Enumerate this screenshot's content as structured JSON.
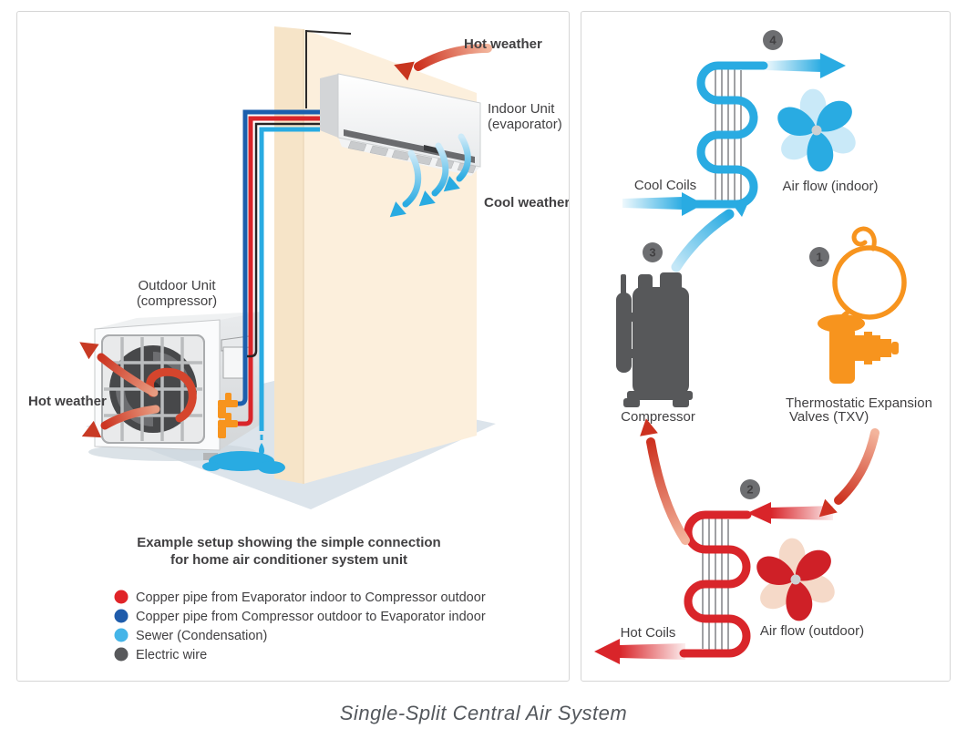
{
  "caption": "Single-Split Central Air System",
  "colors": {
    "hot_red": "#d9252a",
    "cool_cyan": "#29abe2",
    "pipe_blue": "#1c5fad",
    "wire_black": "#231f20",
    "valve_orange": "#f7941e",
    "badge_gray": "#6d6e71",
    "wall_beige": "#fcefdc",
    "floor_gray": "#dce4eb",
    "text_dark": "#414042"
  },
  "left_panel": {
    "labels": {
      "hot_weather_top": "Hot weather",
      "indoor_unit_line1": "Indoor Unit",
      "indoor_unit_line2": "(evaporator)",
      "cool_weather": "Cool weather",
      "outdoor_unit_line1": "Outdoor Unit",
      "outdoor_unit_line2": "(compressor)",
      "hot_weather_bottom": "Hot weather"
    },
    "caption_block": {
      "line1": "Example setup showing the simple connection",
      "line2": "for home air conditioner system unit"
    },
    "legend": [
      {
        "color": "#e02428",
        "label": "Copper pipe from Evaporator indoor to Compressor outdoor"
      },
      {
        "color": "#1f5cab",
        "label": "Copper pipe from Compressor outdoor to Evaporator indoor"
      },
      {
        "color": "#45b5e8",
        "label": "Sewer (Condensation)"
      },
      {
        "color": "#58595b",
        "label": "Electric wire"
      }
    ]
  },
  "right_panel": {
    "badges": {
      "txv": "1",
      "hot_coils": "2",
      "compressor": "3",
      "cool_coils": "4"
    },
    "labels": {
      "cool_coils": "Cool Coils",
      "air_flow_indoor": "Air flow (indoor)",
      "compressor": "Compressor",
      "txv_line1": "Thermostatic Expansion",
      "txv_line2": "Valves (TXV)",
      "hot_coils": "Hot Coils",
      "air_flow_outdoor": "Air flow (outdoor)"
    }
  }
}
